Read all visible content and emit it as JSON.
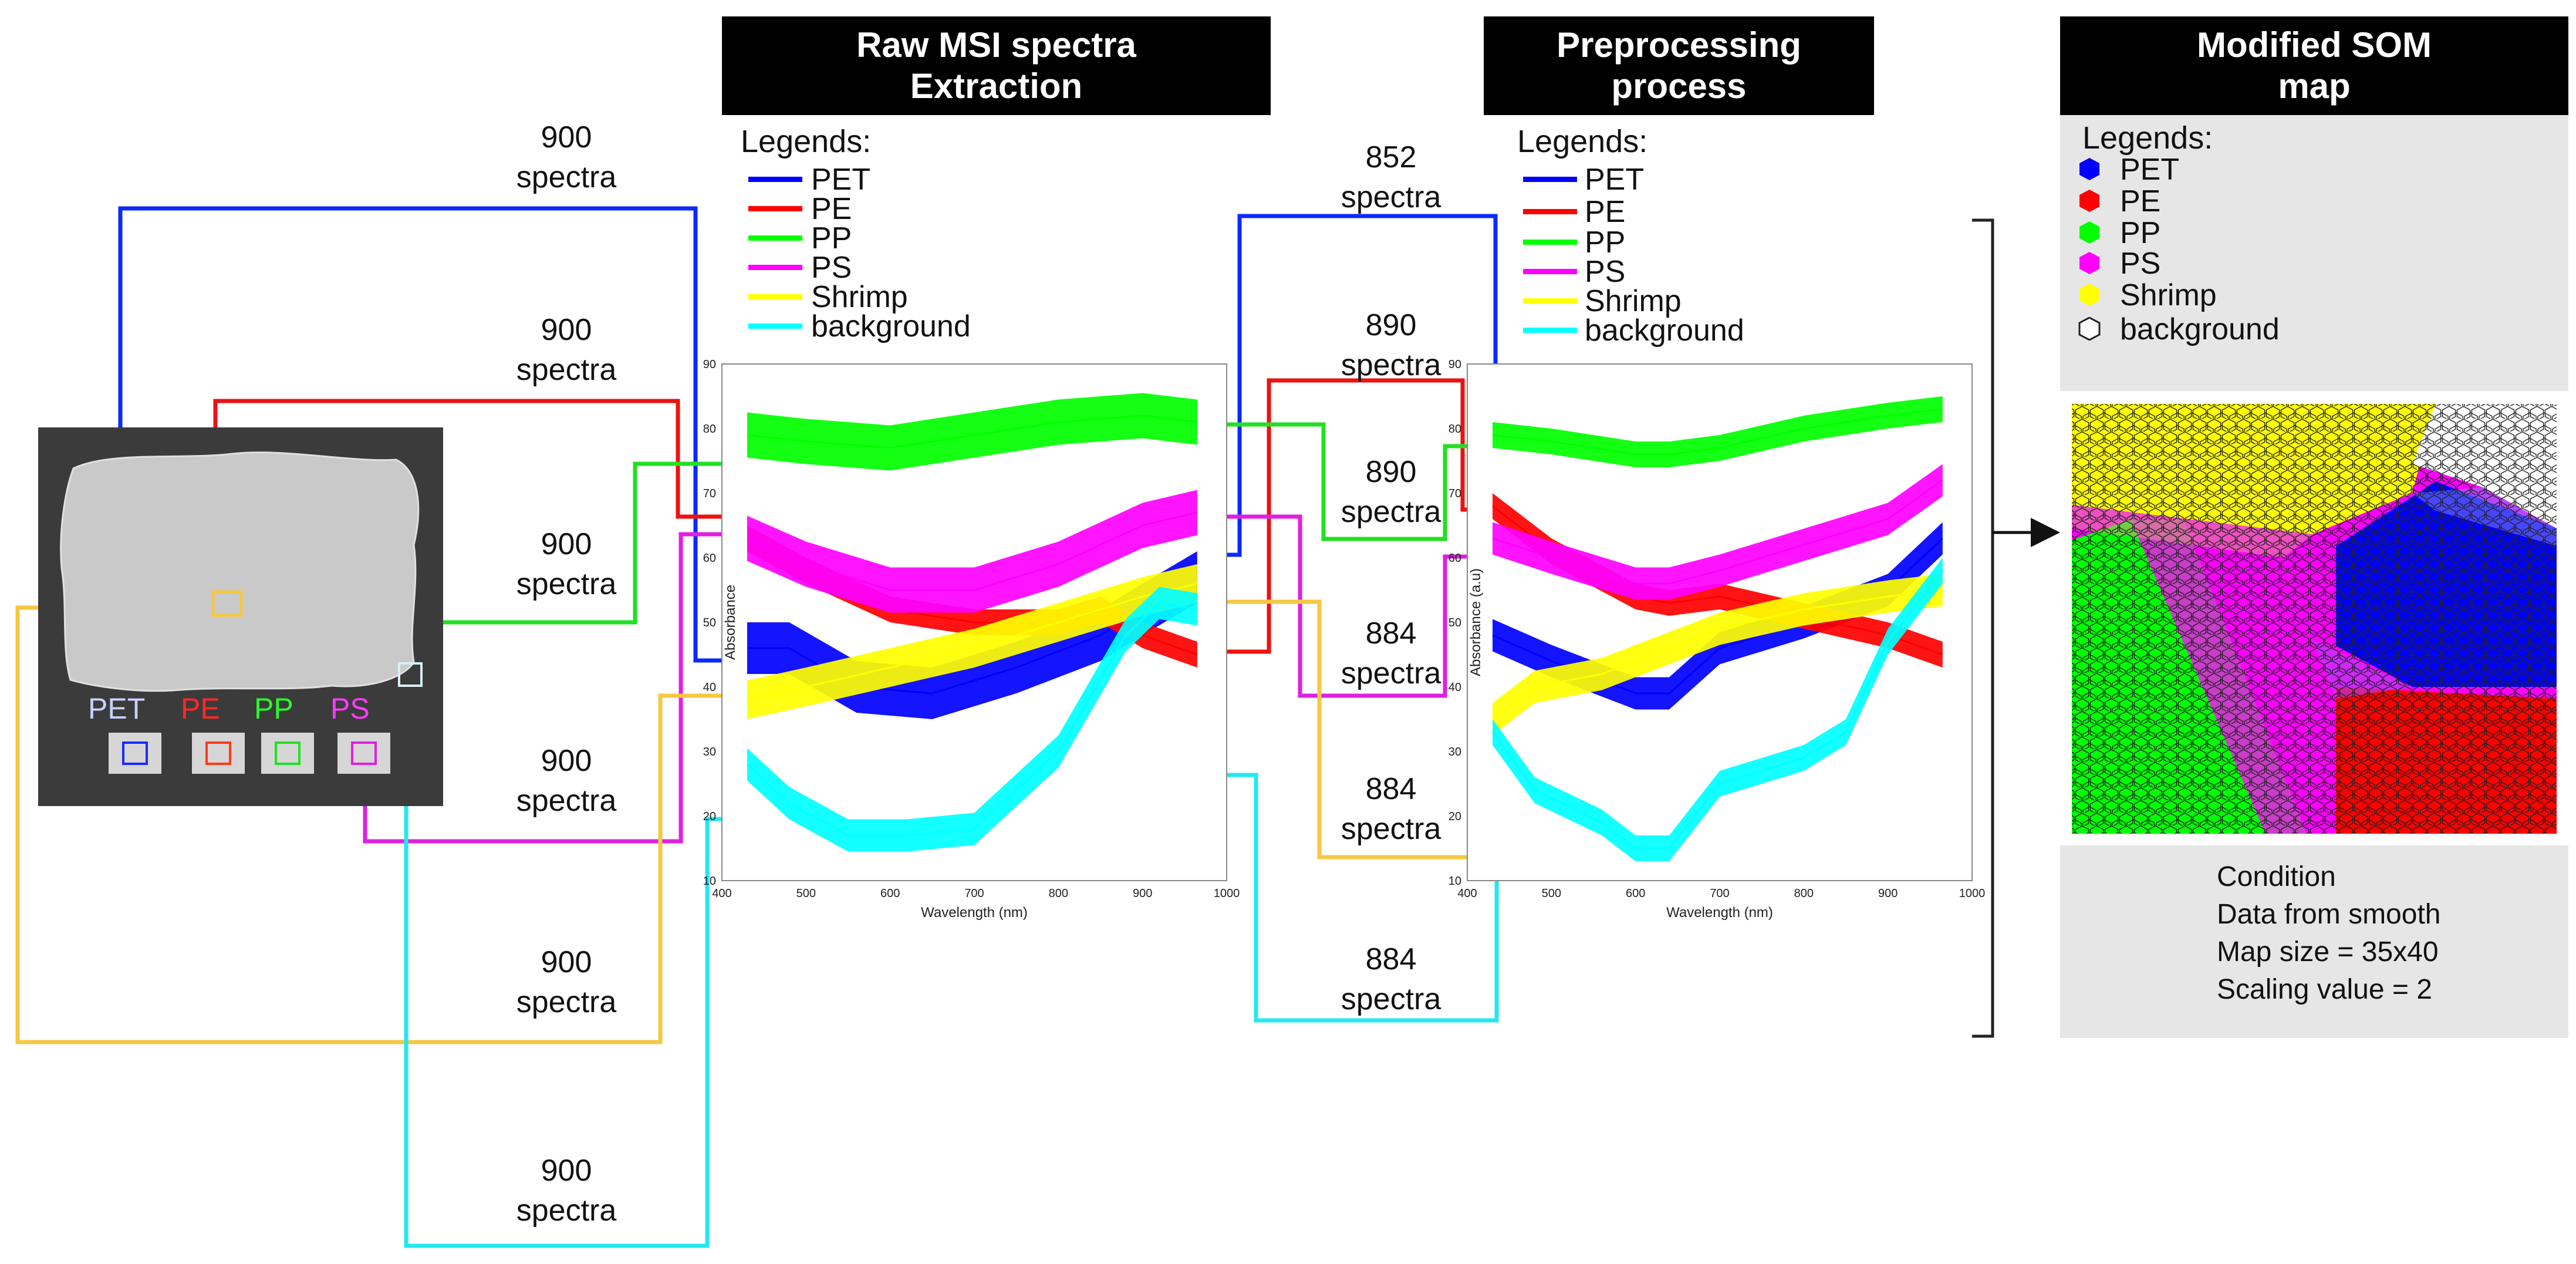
{
  "headers": {
    "raw": [
      "Raw MSI spectra",
      "Extraction"
    ],
    "pre": [
      "Preprocessing",
      "process"
    ],
    "som": [
      "Modified SOM",
      "map"
    ]
  },
  "photo_labels": [
    {
      "text": "PET",
      "color": "#c8d2ff"
    },
    {
      "text": "PE",
      "color": "#ff2a2a"
    },
    {
      "text": "PP",
      "color": "#2aff2a"
    },
    {
      "text": "PS",
      "color": "#ff3aff"
    }
  ],
  "raw_counts": [
    {
      "num": "900",
      "unit": "spectra"
    },
    {
      "num": "900",
      "unit": "spectra"
    },
    {
      "num": "900",
      "unit": "spectra"
    },
    {
      "num": "900",
      "unit": "spectra"
    },
    {
      "num": "900",
      "unit": "spectra"
    },
    {
      "num": "900",
      "unit": "spectra"
    }
  ],
  "pre_counts": [
    {
      "num": "852",
      "unit": "spectra"
    },
    {
      "num": "890",
      "unit": "spectra"
    },
    {
      "num": "890",
      "unit": "spectra"
    },
    {
      "num": "884",
      "unit": "spectra"
    },
    {
      "num": "884",
      "unit": "spectra"
    },
    {
      "num": "884",
      "unit": "spectra"
    }
  ],
  "legend": {
    "title": "Legends:",
    "items": [
      {
        "label": "PET",
        "color": "#0000ff"
      },
      {
        "label": "PE",
        "color": "#ff0000"
      },
      {
        "label": "PP",
        "color": "#00ff00"
      },
      {
        "label": "PS",
        "color": "#ff00ff"
      },
      {
        "label": "Shrimp",
        "color": "#ffff00"
      },
      {
        "label": "background",
        "color": "#00ffff"
      }
    ]
  },
  "som_legend": {
    "title": "Legends:",
    "items": [
      {
        "label": "PET",
        "color": "#0000ff"
      },
      {
        "label": "PE",
        "color": "#ff0000"
      },
      {
        "label": "PP",
        "color": "#00ff00"
      },
      {
        "label": "PS",
        "color": "#ff00ff"
      },
      {
        "label": "Shrimp",
        "color": "#ffff00"
      },
      {
        "label": "background",
        "color": "#ffffff"
      }
    ]
  },
  "condition": [
    "Condition",
    "Data from smooth",
    "Map size = 35x40",
    "Scaling value = 2"
  ],
  "chart_data": [
    {
      "type": "line",
      "xlabel": "Wavelength (nm)",
      "ylabel": "Absorbance",
      "xlim": [
        400,
        1000
      ],
      "ylim": [
        10,
        90
      ],
      "xticks": [
        "400",
        "500",
        "600",
        "700",
        "800",
        "900",
        "1000"
      ],
      "yticks": [
        "10",
        "20",
        "30",
        "40",
        "50",
        "60",
        "70",
        "80",
        "90"
      ],
      "series": [
        {
          "name": "PET",
          "color": "#0000ff",
          "band": 8,
          "x": [
            430,
            480,
            560,
            650,
            750,
            850,
            900,
            965
          ],
          "y": [
            46,
            46,
            40,
            39,
            43,
            48,
            52,
            57
          ]
        },
        {
          "name": "PE",
          "color": "#ff0000",
          "band": 4,
          "x": [
            430,
            500,
            600,
            700,
            800,
            850,
            900,
            965
          ],
          "y": [
            63,
            58,
            52,
            50,
            50,
            52,
            48,
            45
          ]
        },
        {
          "name": "PP",
          "color": "#00ff00",
          "band": 7,
          "x": [
            430,
            500,
            600,
            700,
            800,
            900,
            965
          ],
          "y": [
            79,
            78,
            77,
            79,
            81,
            82,
            81
          ]
        },
        {
          "name": "PS",
          "color": "#ff00ff",
          "band": 7,
          "x": [
            430,
            500,
            600,
            700,
            800,
            900,
            965
          ],
          "y": [
            63,
            59,
            55,
            55,
            59,
            65,
            67
          ]
        },
        {
          "name": "Shrimp",
          "color": "#ffff00",
          "band": 6,
          "x": [
            430,
            500,
            600,
            700,
            800,
            900,
            965
          ],
          "y": [
            38,
            40,
            43,
            46,
            50,
            54,
            56
          ]
        },
        {
          "name": "background",
          "color": "#00ffff",
          "band": 5,
          "x": [
            430,
            480,
            550,
            620,
            700,
            800,
            880,
            920,
            965
          ],
          "y": [
            28,
            22,
            17,
            17,
            18,
            30,
            48,
            53,
            52
          ]
        }
      ]
    },
    {
      "type": "line",
      "xlabel": "Wavelength (nm)",
      "ylabel": "Absorbance (a.u)",
      "xlim": [
        400,
        1000
      ],
      "ylim": [
        10,
        90
      ],
      "xticks": [
        "400",
        "500",
        "600",
        "700",
        "800",
        "900",
        "1000"
      ],
      "yticks": [
        "10",
        "20",
        "30",
        "40",
        "50",
        "60",
        "70",
        "80",
        "90"
      ],
      "series": [
        {
          "name": "PET",
          "color": "#0000ff",
          "band": 5,
          "x": [
            430,
            500,
            600,
            640,
            700,
            800,
            900,
            965
          ],
          "y": [
            48,
            44,
            39,
            39,
            46,
            50,
            55,
            63
          ]
        },
        {
          "name": "PE",
          "color": "#ff0000",
          "band": 4,
          "x": [
            430,
            500,
            600,
            640,
            700,
            800,
            900,
            965
          ],
          "y": [
            68,
            61,
            54,
            53,
            54,
            51,
            48,
            45
          ]
        },
        {
          "name": "PP",
          "color": "#00ff00",
          "band": 4,
          "x": [
            430,
            500,
            600,
            640,
            700,
            800,
            900,
            965
          ],
          "y": [
            79,
            78,
            76,
            76,
            77,
            80,
            82,
            83
          ]
        },
        {
          "name": "PS",
          "color": "#ff00ff",
          "band": 5,
          "x": [
            430,
            500,
            600,
            640,
            700,
            800,
            900,
            965
          ],
          "y": [
            63,
            60,
            56,
            56,
            58,
            62,
            66,
            72
          ]
        },
        {
          "name": "Shrimp",
          "color": "#ffff00",
          "band": 5,
          "x": [
            430,
            480,
            560,
            640,
            700,
            800,
            900,
            965
          ],
          "y": [
            35,
            40,
            42,
            46,
            49,
            52,
            54,
            55
          ]
        },
        {
          "name": "background",
          "color": "#00ffff",
          "band": 4,
          "x": [
            430,
            480,
            560,
            600,
            640,
            700,
            800,
            850,
            900,
            965
          ],
          "y": [
            33,
            24,
            19,
            15,
            15,
            25,
            29,
            33,
            47,
            58
          ]
        }
      ]
    }
  ]
}
